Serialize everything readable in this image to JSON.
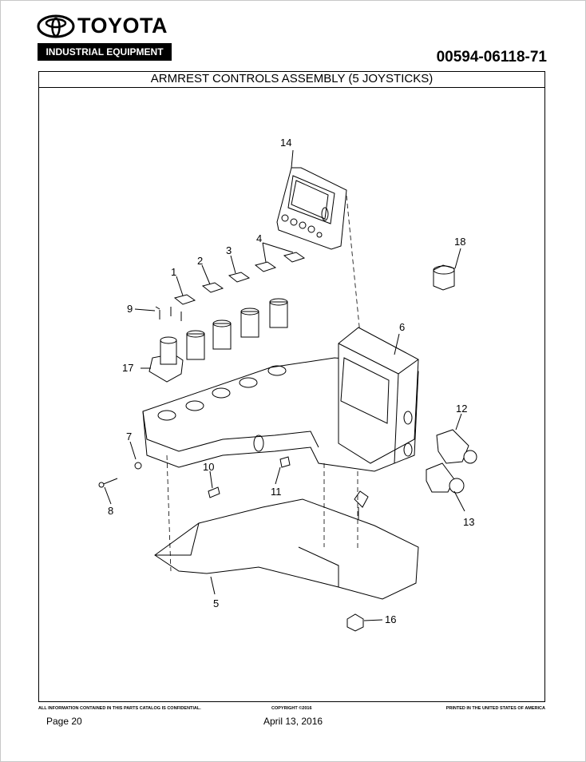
{
  "header": {
    "brand": "TOYOTA",
    "division": "INDUSTRIAL EQUIPMENT",
    "part_number": "00594-06118-71"
  },
  "title": "ARMREST CONTROLS ASSEMBLY (5 JOYSTICKS)",
  "callouts": [
    "1",
    "2",
    "3",
    "4",
    "5",
    "6",
    "7",
    "8",
    "9",
    "10",
    "11",
    "12",
    "13",
    "14",
    "16",
    "17",
    "18"
  ],
  "footer": {
    "confidential": "ALL INFORMATION CONTAINED IN THIS PARTS CATALOG IS CONFIDENTIAL.",
    "copyright": "COPYRIGHT ©2016",
    "printed": "PRINTED IN THE UNITED STATES OF AMERICA",
    "page": "Page 20",
    "date": "April 13, 2016"
  }
}
